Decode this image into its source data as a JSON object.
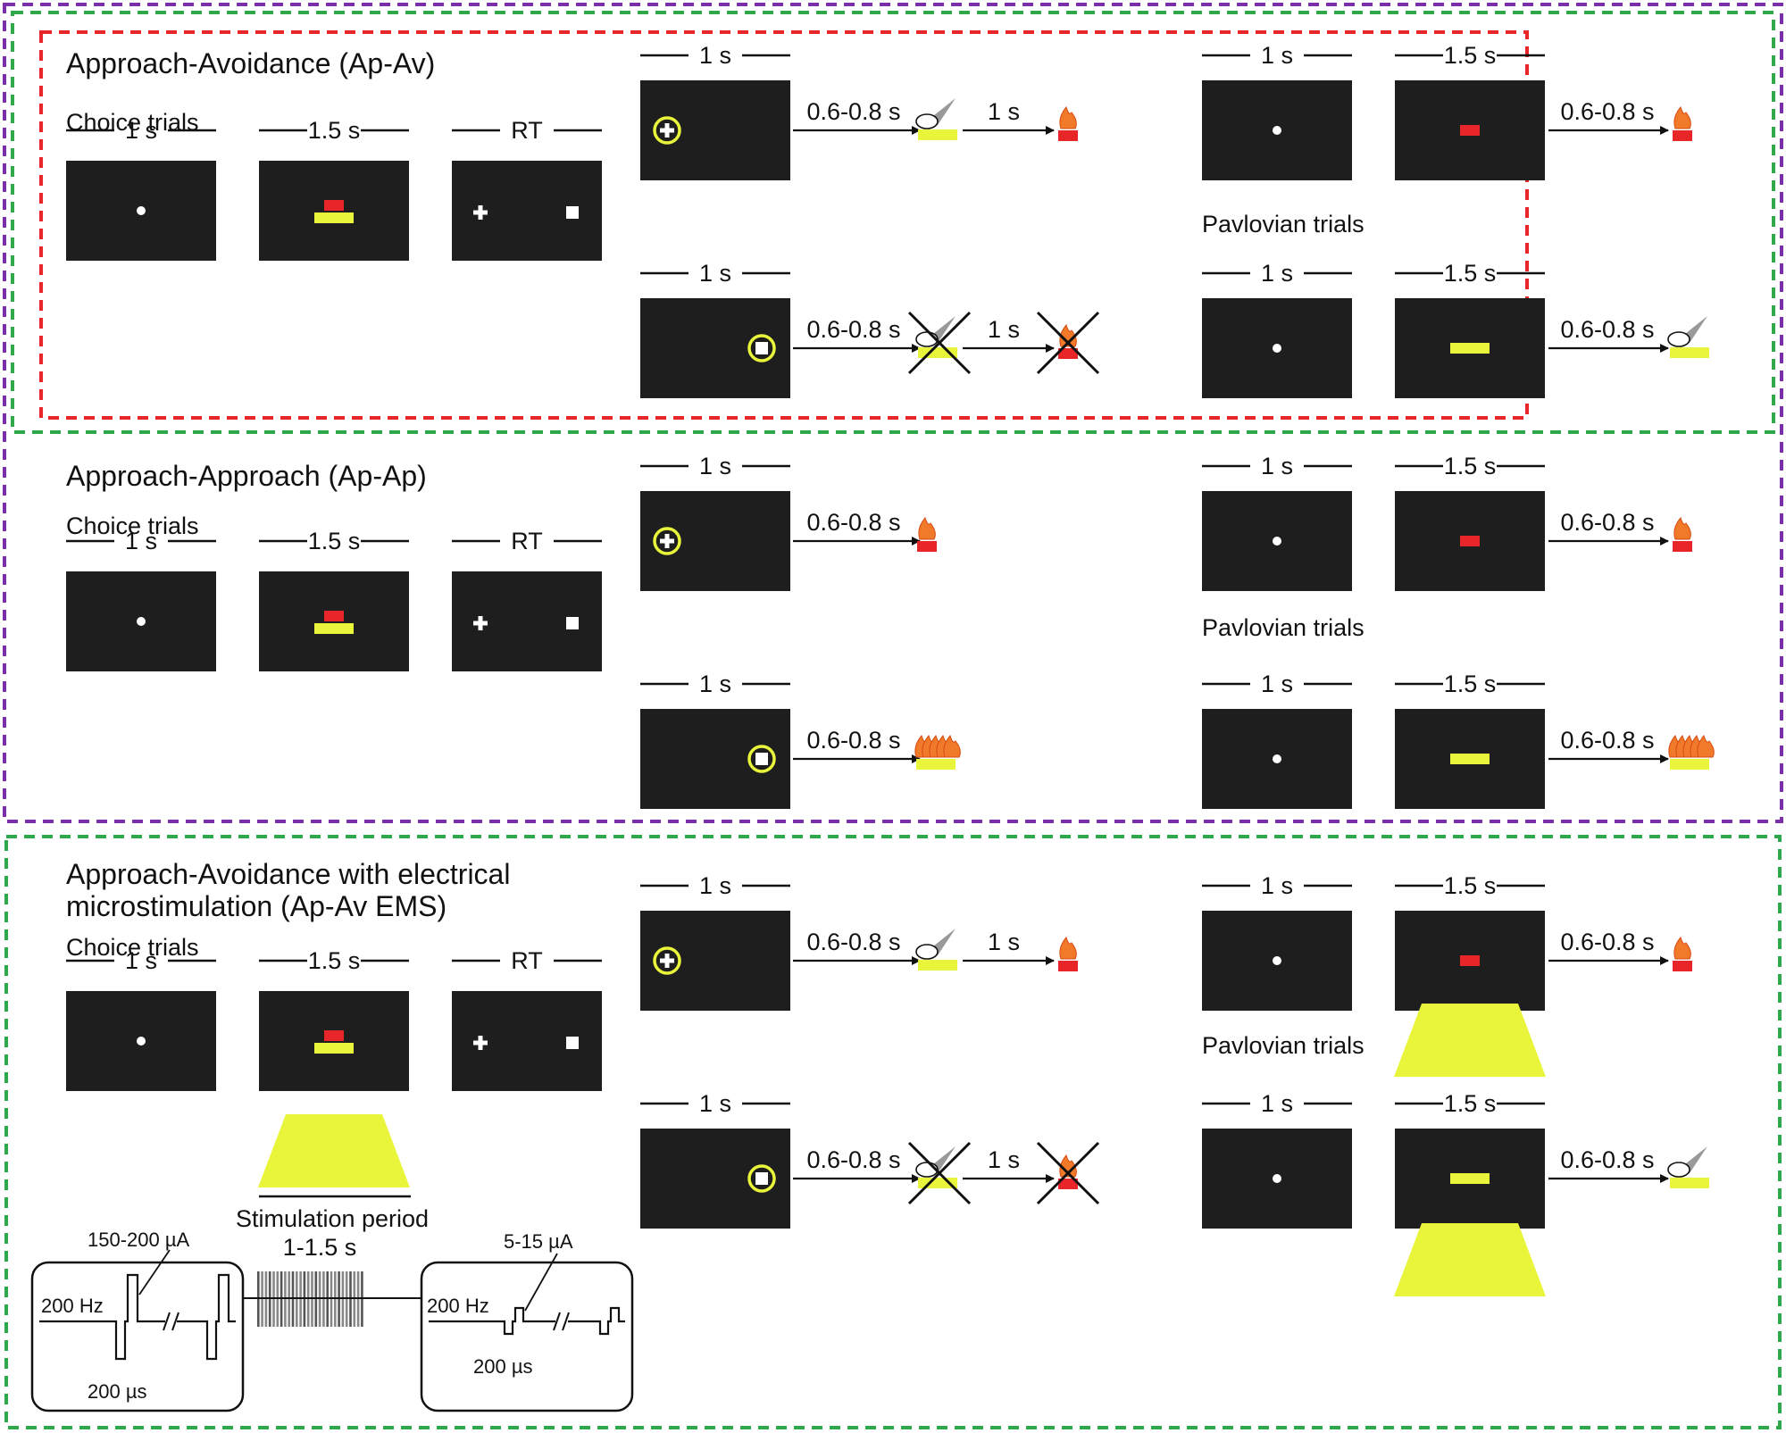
{
  "colors": {
    "outer_border": "#7b2fa8",
    "green_border": "#2ea84a",
    "red_border": "#e8262a",
    "screen": "#1e1e1e",
    "yellow": "#e9f53a",
    "red": "#e8262a",
    "flame": "#f07a2a"
  },
  "icons": [
    "cross-cue-icon",
    "square-cue-icon",
    "air-puff-icon",
    "juice-reward-icon",
    "stimulation-train-icon"
  ],
  "sections": [
    {
      "title": "Approach-Avoidance (Ap-Av)",
      "choice_label": "Choice trials",
      "pavlovian_label": "Pavlovian trials",
      "durations": {
        "fix": "1 s",
        "cue": "1.5 s",
        "rt": "RT",
        "choice": "1 s"
      },
      "delay": "0.6-0.8 s",
      "after": "1 s"
    },
    {
      "title": "Approach-Approach (Ap-Ap)",
      "choice_label": "Choice trials",
      "pavlovian_label": "Pavlovian trials",
      "durations": {
        "fix": "1 s",
        "cue": "1.5 s",
        "rt": "RT",
        "choice": "1 s"
      },
      "delay": "0.6-0.8 s"
    },
    {
      "title_line1": "Approach-Avoidance with electrical",
      "title_line2": "microstimulation (Ap-Av EMS)",
      "choice_label": "Choice trials",
      "pavlovian_label": "Pavlovian trials",
      "durations": {
        "fix": "1 s",
        "cue": "1.5 s",
        "rt": "RT",
        "choice": "1 s"
      },
      "delay": "0.6-0.8 s",
      "after": "1 s"
    }
  ],
  "stimulation": {
    "period_label": "Stimulation period",
    "period_duration": "1-1.5 s",
    "left_amplitude": "150-200 µA",
    "right_amplitude": "5-15 µA",
    "frequency": "200 Hz",
    "pulse_width": "200 µs"
  }
}
